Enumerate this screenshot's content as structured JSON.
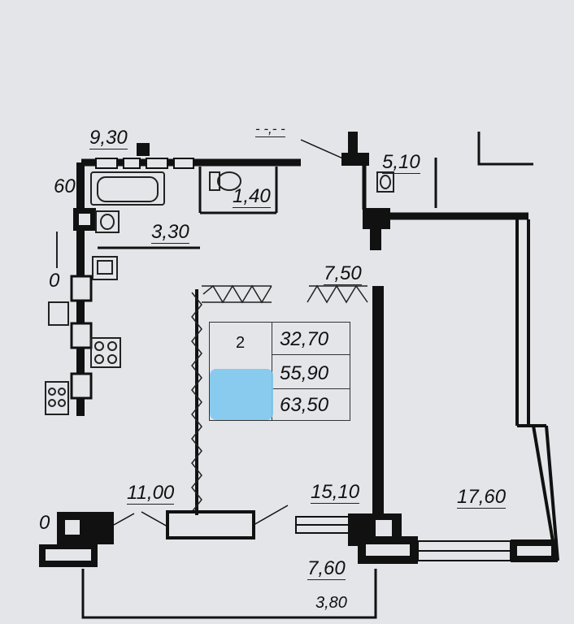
{
  "room_labels": {
    "top_left": "9,30",
    "top_center_smudged": "- -,- -",
    "top_right": "5,10",
    "wc": "1,40",
    "corridor": "3,30",
    "hall": "7,50",
    "kitchen": "11,00",
    "room_main": "15,10",
    "bedroom": "17,60",
    "balcony_area": "7,60",
    "balcony_reduced": "3,80",
    "left_cut_1": "60",
    "left_cut_2": "0",
    "left_cut_3": "0"
  },
  "summary_table": {
    "rooms": "2",
    "living_area": "32,70",
    "total_area": "55,90",
    "total_with_balcony": "63,50"
  },
  "colors": {
    "paper": "#e4e5e9",
    "walls": "#111111",
    "redaction": "#7ec8ef"
  }
}
